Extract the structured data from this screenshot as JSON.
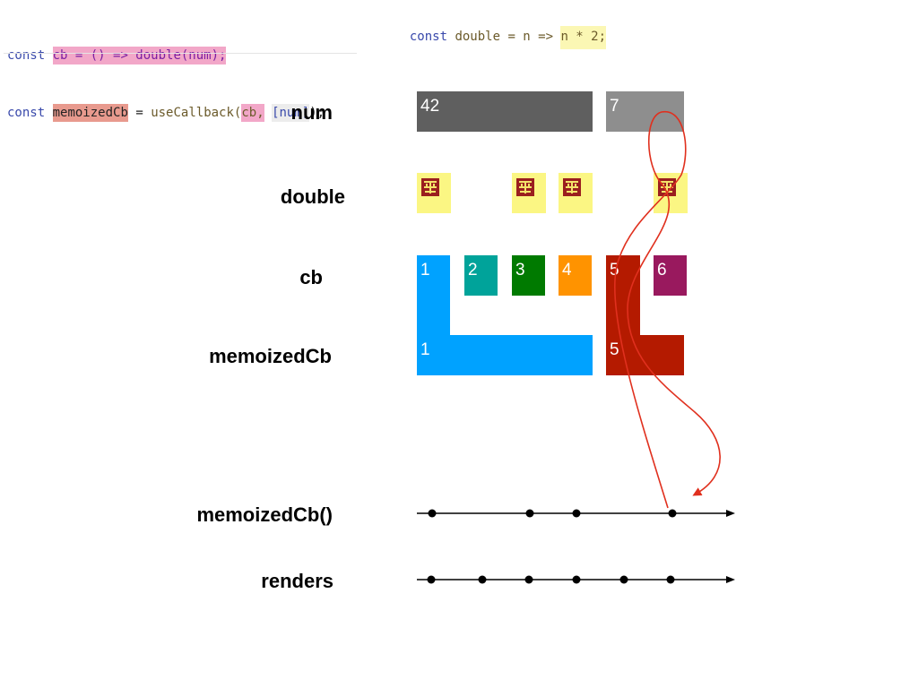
{
  "code": {
    "line1": {
      "kw": "const",
      "name": "cb = () => double(num);"
    },
    "line2": {
      "kw": "const",
      "name": "memoizedCb",
      "eq": " = ",
      "call": "useCallback(",
      "arg": "cb,",
      "space": " ",
      "deps": "[num]",
      "end": ");"
    },
    "line3": {
      "kw": "const",
      "rest": " double = n => ",
      "expr": "n * 2;"
    }
  },
  "rows": {
    "num": "num",
    "double": "double",
    "cb": "cb",
    "memoizedCb": "memoizedCb",
    "memoizedCb_call": "memoizedCb()",
    "renders": "renders"
  },
  "num_values": [
    "42",
    "7"
  ],
  "cb_instances": [
    "1",
    "2",
    "3",
    "4",
    "5",
    "6"
  ],
  "memoized_values": [
    "1",
    "5"
  ],
  "colors": {
    "num_dark": "#5f5f5f",
    "num_light": "#8e8e8e",
    "double_box": "#fbf683",
    "double_icon": "#9a1f1f",
    "cb1": "#00a2ff",
    "cb2": "#00a39a",
    "cb3": "#007a00",
    "cb4": "#ff9300",
    "cb5": "#b41a00",
    "cb6": "#99195e",
    "arrow": "#e0301e",
    "timeline": "#000000"
  },
  "icons": [
    "double-function-icon"
  ]
}
